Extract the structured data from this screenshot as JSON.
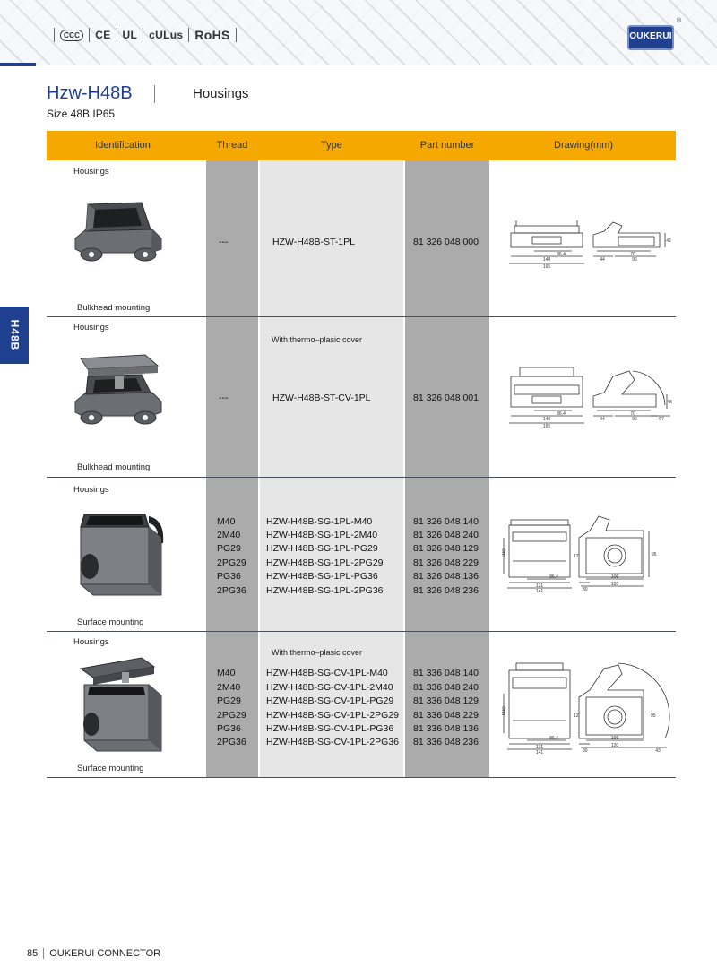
{
  "header": {
    "certifications": [
      "CCC",
      "CE",
      "UL",
      "cULus",
      "RoHS"
    ],
    "logo_text": "OUKERUI",
    "logo_reg": "®"
  },
  "side_tab": "H48B",
  "title": {
    "model": "Hzw-H48B",
    "category": "Housings",
    "spec": "Size 48B  IP65"
  },
  "columns": [
    "Identification",
    "Thread",
    "Type",
    "Part number",
    "Drawing(mm)"
  ],
  "sections": [
    {
      "label": "Housings",
      "mounting": "Bulkhead mounting",
      "cover_note": "",
      "rows": [
        {
          "thread": "---",
          "type": "HZW-H48B-ST-1PL",
          "part": "81 326 048 000"
        }
      ]
    },
    {
      "label": "Housings",
      "mounting": "Bulkhead mounting",
      "cover_note": "With thermo–plasic cover",
      "rows": [
        {
          "thread": "---",
          "type": "HZW-H48B-ST-CV-1PL",
          "part": "81 326 048 001"
        }
      ]
    },
    {
      "label": "Housings",
      "mounting": "Surface mounting",
      "cover_note": "",
      "rows": [
        {
          "thread": "M40",
          "type": "HZW-H48B-SG-1PL-M40",
          "part": "81 326 048 140"
        },
        {
          "thread": "2M40",
          "type": "HZW-H48B-SG-1PL-2M40",
          "part": "81 326 048 240"
        },
        {
          "thread": "PG29",
          "type": "HZW-H48B-SG-1PL-PG29",
          "part": "81 326 048 129"
        },
        {
          "thread": "2PG29",
          "type": "HZW-H48B-SG-1PL-2PG29",
          "part": "81 326 048 229"
        },
        {
          "thread": "PG36",
          "type": "HZW-H48B-SG-1PL-PG36",
          "part": "81 326 048 136"
        },
        {
          "thread": "2PG36",
          "type": "HZW-H48B-SG-1PL-2PG36",
          "part": "81 326 048 236"
        }
      ]
    },
    {
      "label": "Housings",
      "mounting": "Surface mounting",
      "cover_note": "With thermo–plasic cover",
      "rows": [
        {
          "thread": "M40",
          "type": "HZW-H48B-SG-CV-1PL-M40",
          "part": "81 336 048 140"
        },
        {
          "thread": "2M40",
          "type": "HZW-H48B-SG-CV-1PL-2M40",
          "part": "81 336 048 240"
        },
        {
          "thread": "PG29",
          "type": "HZW-H48B-SG-CV-1PL-PG29",
          "part": "81 336 048 129"
        },
        {
          "thread": "2PG29",
          "type": "HZW-H48B-SG-CV-1PL-2PG29",
          "part": "81 336 048 229"
        },
        {
          "thread": "PG36",
          "type": "HZW-H48B-SG-CV-1PL-PG36",
          "part": "81 336 048 136"
        },
        {
          "thread": "2PG36",
          "type": "HZW-H48B-SG-CV-1PL-2PG36",
          "part": "81 336 048 236"
        }
      ]
    }
  ],
  "drawings": {
    "d1": {
      "w1": "140",
      "w2": "165",
      "w3": "86,4",
      "h": "42",
      "s1": "44",
      "s2": "70",
      "s3": "96"
    },
    "d2": {
      "w1": "140",
      "w2": "165",
      "w3": "86,4",
      "h": "48",
      "s1": "44",
      "s2": "70",
      "s3": "96",
      "s4": "57"
    },
    "d3": {
      "w1": "131",
      "w2": "141",
      "w3": "86,4",
      "v1": "M40",
      "v2": "95",
      "s1": "30",
      "s2": "106",
      "s3": "120",
      "v3": "12"
    },
    "d4": {
      "w1": "131",
      "w2": "141",
      "w3": "86,4",
      "v1": "M40",
      "v2": "95",
      "s1": "30",
      "s2": "106",
      "s3": "120",
      "s4": "43",
      "v3": "12"
    }
  },
  "footer": {
    "page": "85",
    "brand": "OUKERUI CONNECTOR"
  },
  "colors": {
    "accent_blue": "#1f3f8f",
    "header_orange": "#f5a800",
    "col_gray": "#ababab",
    "col_light": "#e6e6e6"
  }
}
